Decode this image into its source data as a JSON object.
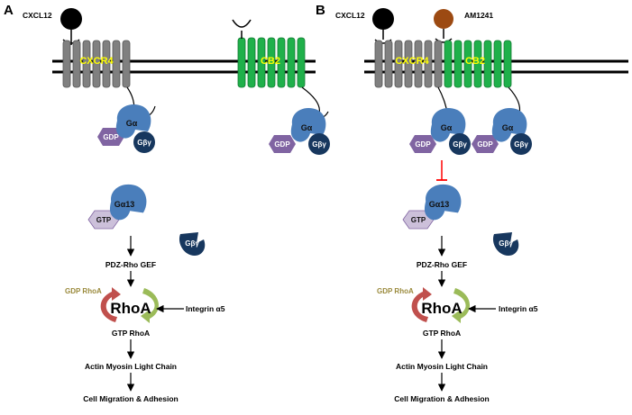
{
  "panels": [
    {
      "letter": "A",
      "ligands": [
        "CXCL12"
      ],
      "receptors": [
        "CXCR4",
        "CB2"
      ],
      "g_protein": {
        "alpha": "Gα",
        "beta_gamma": "Gβγ",
        "nucleotide": "GDP"
      },
      "g13": {
        "alpha": "Gα13",
        "nucleotide": "GTP"
      },
      "free_beta_gamma": "Gβγ",
      "pathway": {
        "gef": "PDZ-Rho GEF",
        "gdp_rhoa": "GDP RhoA",
        "rhoa": "RhoA",
        "integrin": "Integrin α5",
        "gtp_rhoa": "GTP RhoA",
        "actin": "Actin Myosin Light Chain",
        "outcome": "Cell Migration & Adhesion"
      }
    },
    {
      "letter": "B",
      "ligands": [
        "CXCL12",
        "AM1241"
      ],
      "receptors": [
        "CXCR4",
        "CB2"
      ],
      "g_protein": {
        "alpha": "Gα",
        "beta_gamma": "Gβγ",
        "nucleotide": "GDP"
      },
      "g13": {
        "alpha": "Gα13",
        "nucleotide": "GTP"
      },
      "free_beta_gamma": "Gβγ",
      "pathway": {
        "gef": "PDZ-Rho GEF",
        "gdp_rhoa": "GDP RhoA",
        "rhoa": "RhoA",
        "integrin": "Integrin α5",
        "gtp_rhoa": "GTP RhoA",
        "actin": "Actin Myosin Light Chain",
        "outcome": "Cell Migration & Adhesion"
      }
    }
  ],
  "colors": {
    "cxcr4": "#808080",
    "cb2": "#1fb04a",
    "g_alpha": "#4a7ebb",
    "g_beta_gamma": "#17375e",
    "gdp": "#8064a2",
    "gtp": "#ccc0da",
    "cxcl12_ligand": "#000000",
    "am1241_ligand": "#9c4a12",
    "rhoa_red_arrow": "#c0504d",
    "rhoa_green_arrow": "#9bbb59",
    "inhibition": "#ff0000",
    "receptor_label": "#ffff00"
  }
}
